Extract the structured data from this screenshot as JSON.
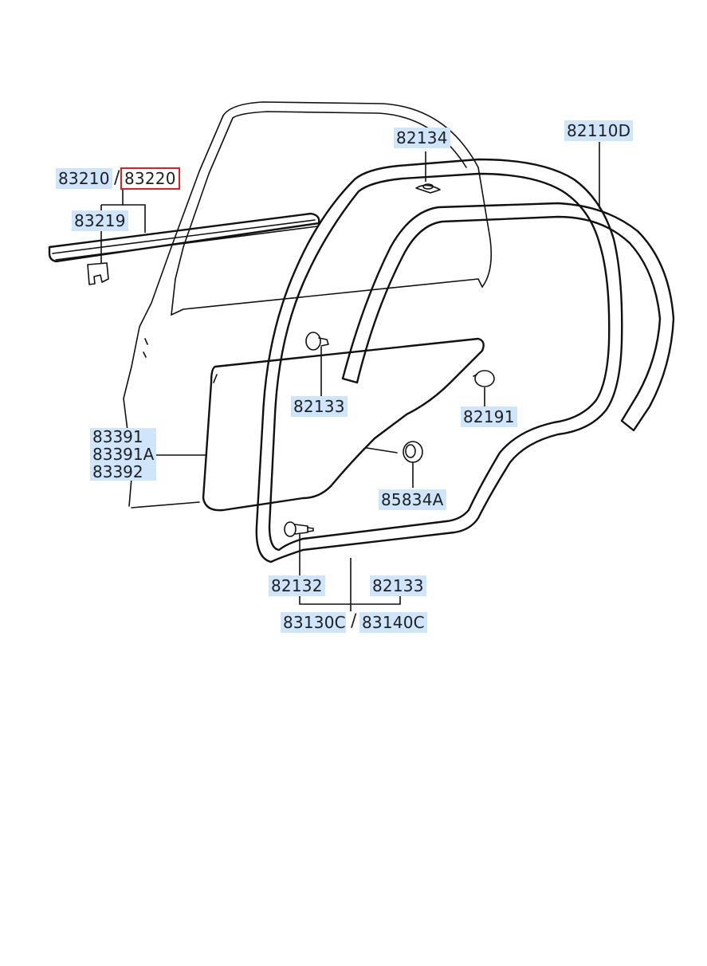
{
  "labels": {
    "p83210": "83210",
    "p83220": "83220",
    "p83219": "83219",
    "p82134": "82134",
    "p82110D": "82110D",
    "p82133_top": "82133",
    "p82191": "82191",
    "p83391": "83391",
    "p83391A": "83391A",
    "p83392": "83392",
    "p85834A": "85834A",
    "p82132": "82132",
    "p82133_bottom": "82133",
    "p83130C": "83130C",
    "p83140C": "83140C"
  },
  "separator": "/",
  "colors": {
    "label_bg": "#cfe5fb",
    "highlight_border": "#e02020",
    "line": "#111111"
  }
}
